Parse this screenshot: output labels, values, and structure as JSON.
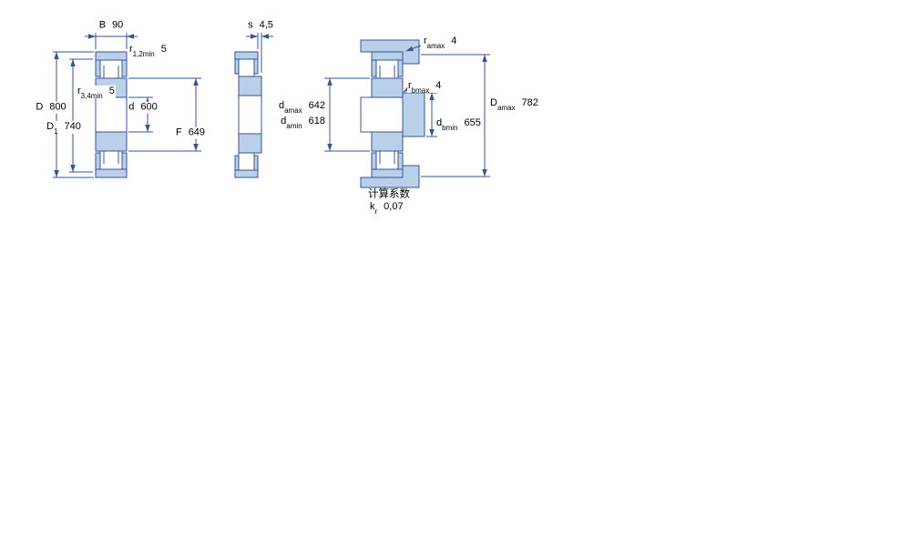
{
  "drawing": {
    "title": "cylindrical-roller-bearing-dimension-drawing",
    "colors": {
      "line": "#33549c",
      "fill": "#bad0e8",
      "text": "#000000",
      "background": "#ffffff"
    }
  },
  "figure_cross_section": {
    "dims": {
      "B": {
        "base": "B",
        "value": "90"
      },
      "r12": {
        "base": "r",
        "sub": "1,2min",
        "value": "5"
      },
      "r34": {
        "base": "r",
        "sub": "3,4min",
        "value": "5"
      },
      "D": {
        "base": "D",
        "value": "800"
      },
      "D1": {
        "base": "D",
        "sub": "1",
        "value": "740"
      },
      "d": {
        "base": "d",
        "value": "600"
      },
      "F": {
        "base": "F",
        "value": "649"
      }
    }
  },
  "figure_side_view": {
    "dims": {
      "s": {
        "base": "s",
        "value": "4,5"
      }
    }
  },
  "figure_abutment": {
    "dims": {
      "ra": {
        "base": "r",
        "sub": "amax",
        "value": "4"
      },
      "rb": {
        "base": "r",
        "sub": "bmax",
        "value": "4"
      },
      "da_max": {
        "base": "d",
        "sub": "amax",
        "value": "642"
      },
      "da_min": {
        "base": "d",
        "sub": "amin",
        "value": "618"
      },
      "db_min": {
        "base": "d",
        "sub": "bmin",
        "value": "655"
      },
      "Da_max": {
        "base": "D",
        "sub": "amax",
        "value": "782"
      }
    }
  },
  "calculation_factors": {
    "heading": "计算系数",
    "kr": {
      "base": "k",
      "sub": "r",
      "value": "0,07"
    }
  }
}
